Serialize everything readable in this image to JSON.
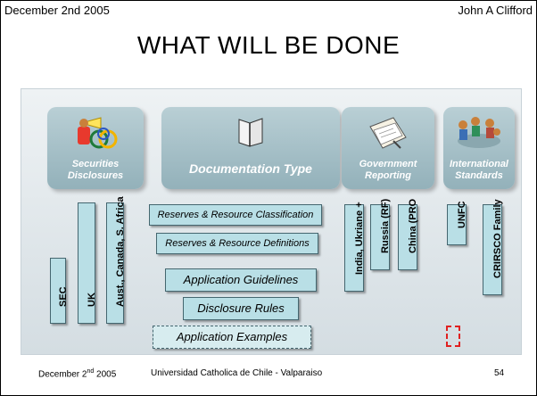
{
  "header": {
    "date": "December 2nd 2005",
    "author": "John A Clifford"
  },
  "title": "WHAT WILL BE DONE",
  "cards": {
    "securities": {
      "line1": "Securities",
      "line2": "Disclosures"
    },
    "documentation": {
      "label": "Documentation Type"
    },
    "government": {
      "line1": "Government",
      "line2": "Reporting"
    },
    "international": {
      "line1": "International",
      "line2": "Standards"
    }
  },
  "disclosures": {
    "sec": "SEC",
    "uk": "UK",
    "aust": "Aust., Canada, S. Africa"
  },
  "docs": {
    "classification": "Reserves & Resource Classification",
    "definitions": "Reserves & Resource Definitions",
    "guidelines": "Application Guidelines",
    "rules": "Disclosure Rules",
    "examples": "Application Examples"
  },
  "government": {
    "india": "India, Ukriane +",
    "russia": "Russia (RF)",
    "china": "China (PRO"
  },
  "standards": {
    "unfc": "UNFC",
    "crirsco": "CRIRSCO Family"
  },
  "footer": {
    "date_main": "December 2",
    "date_sup": "nd",
    "date_year": " 2005",
    "university": "Universidad Catholica de Chile - Valparaiso",
    "page": "54"
  }
}
